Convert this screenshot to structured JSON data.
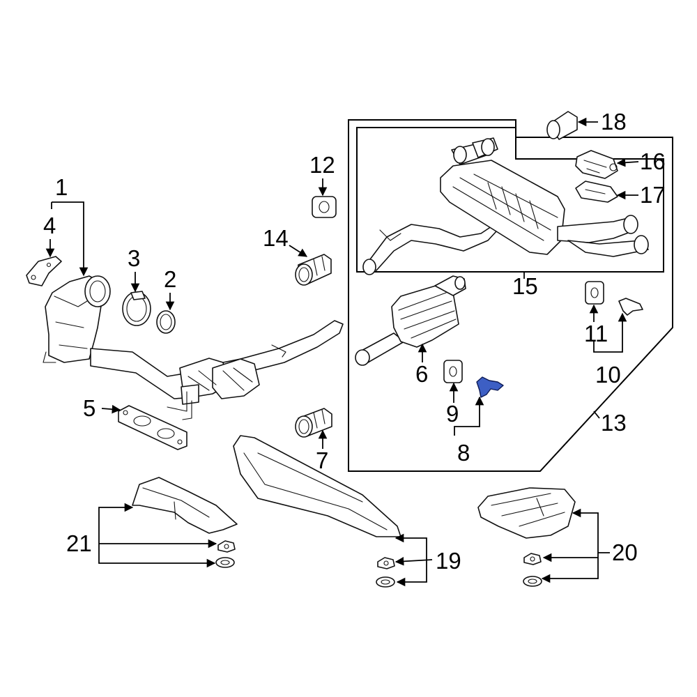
{
  "diagram": {
    "highlight_color": "#3d5fc4",
    "highlighted_part": "8",
    "callouts": [
      {
        "id": "1",
        "label": "1"
      },
      {
        "id": "2",
        "label": "2"
      },
      {
        "id": "3",
        "label": "3"
      },
      {
        "id": "4",
        "label": "4"
      },
      {
        "id": "5",
        "label": "5"
      },
      {
        "id": "6",
        "label": "6"
      },
      {
        "id": "7",
        "label": "7"
      },
      {
        "id": "8",
        "label": "8"
      },
      {
        "id": "9",
        "label": "9"
      },
      {
        "id": "10",
        "label": "10"
      },
      {
        "id": "11",
        "label": "11"
      },
      {
        "id": "12",
        "label": "12"
      },
      {
        "id": "13",
        "label": "13"
      },
      {
        "id": "14",
        "label": "14"
      },
      {
        "id": "15",
        "label": "15"
      },
      {
        "id": "16",
        "label": "16"
      },
      {
        "id": "17",
        "label": "17"
      },
      {
        "id": "18",
        "label": "18"
      },
      {
        "id": "19",
        "label": "19"
      },
      {
        "id": "20",
        "label": "20"
      },
      {
        "id": "21",
        "label": "21"
      }
    ]
  }
}
